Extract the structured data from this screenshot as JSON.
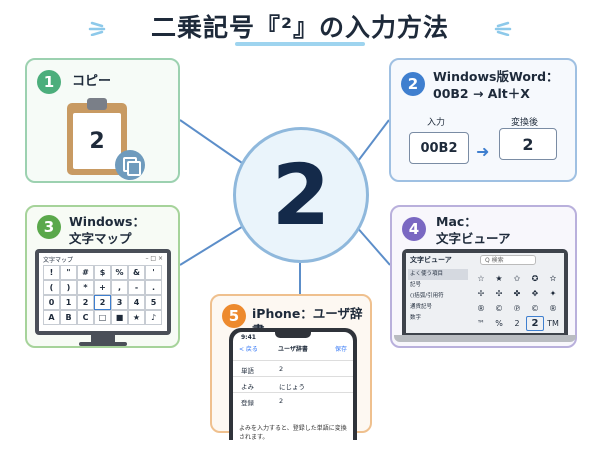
{
  "title": "二乗記号『²』の入力方法",
  "center_symbol": "2",
  "colors": {
    "green": "#4cae7c",
    "blue": "#3f7fcf",
    "lime": "#5aa84b",
    "purple": "#7a68c2",
    "orange": "#ed8a2e",
    "lines": "#5c8ec9"
  },
  "methods": [
    {
      "number": "1",
      "heading": "コピー",
      "clipboard_text": "2"
    },
    {
      "number": "2",
      "heading_line1": "Windows版Word：",
      "heading_line2": "00B2 → Alt＋X",
      "input_label": "入力",
      "input_value": "00B2",
      "output_label": "変換後",
      "output_value": "2"
    },
    {
      "number": "3",
      "heading_line1": "Windows：",
      "heading_line2": "文字マップ",
      "window_title": "文字マップ",
      "window_controls": "– □ ×",
      "grid": [
        "!",
        "\"",
        "#",
        "$",
        "%",
        "&",
        "'",
        "(",
        ")",
        "*",
        "+",
        ",",
        "-",
        ".",
        "0",
        "1",
        "2",
        "2",
        "3",
        "4",
        "5",
        "A",
        "B",
        "C",
        "□",
        "■",
        "★",
        "♪"
      ]
    },
    {
      "number": "4",
      "heading_line1": "Mac：",
      "heading_line2": "文字ビューア",
      "window_title": "文字ビューア",
      "search_placeholder": "Q 検索",
      "categories": [
        "よく使う項目",
        "記号",
        "()括弧/引用符",
        "通貨記号",
        "数字"
      ],
      "grid": [
        "☆",
        "★",
        "✩",
        "✪",
        "✫",
        "✢",
        "✣",
        "✤",
        "✥",
        "✦",
        "®",
        "©",
        "℗",
        "©",
        "®",
        "™",
        "%",
        "2",
        "2",
        "TM"
      ]
    },
    {
      "number": "5",
      "heading": "iPhone：ユーザ辞書",
      "time": "9:41",
      "back_label": "< 戻る",
      "screen_title": "ユーザ辞書",
      "save_label": "保存",
      "rows": [
        {
          "key": "単語",
          "value": "2"
        },
        {
          "key": "よみ",
          "value": "にじょう"
        },
        {
          "key": "登録",
          "value": "2"
        }
      ],
      "help_text": "よみを入力すると、登録した単語に変換されます。"
    }
  ]
}
